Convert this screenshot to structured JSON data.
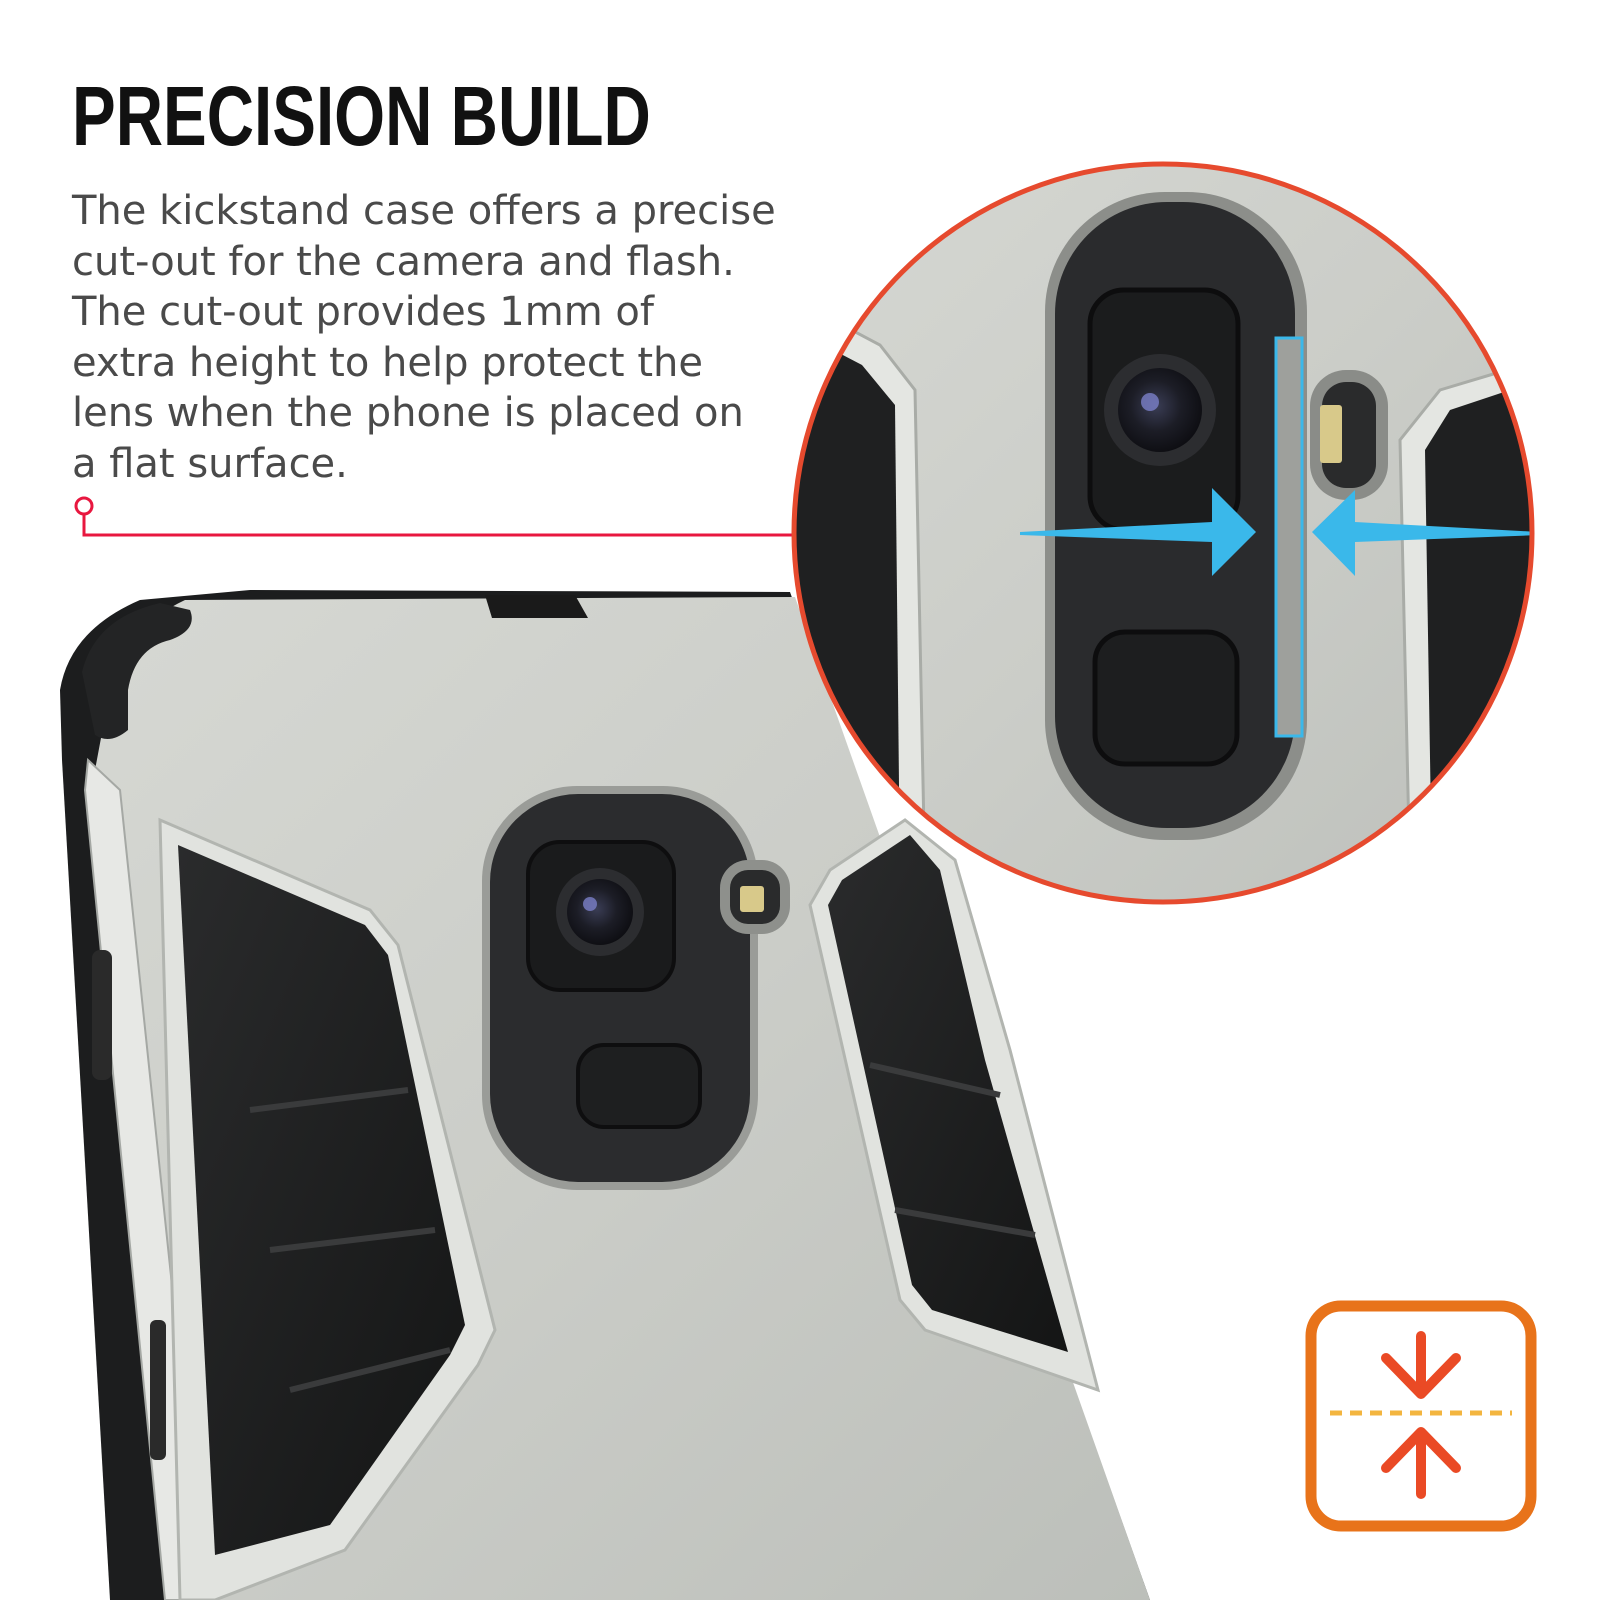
{
  "title": "PRECISION BUILD",
  "description_lines": [
    "The kickstand case offers a precise",
    "cut-out for the camera and flash.",
    "The cut-out provides 1mm of",
    "extra height to help protect the",
    "lens when the phone is placed on",
    "a flat surface."
  ],
  "colors": {
    "case_silver": "#c9cbc6",
    "case_black": "#1d1e1f",
    "callout_line": "#e8173f",
    "zoom_border": "#e64a2e",
    "measure_arrow": "#3ab8ea",
    "badge_orange": "#e8731a",
    "badge_arrow": "#ea4a25",
    "badge_dash": "#f3b53f"
  },
  "icons": {
    "badge": "compress-height-icon",
    "arrows": "double-arrow-inward-icon"
  }
}
